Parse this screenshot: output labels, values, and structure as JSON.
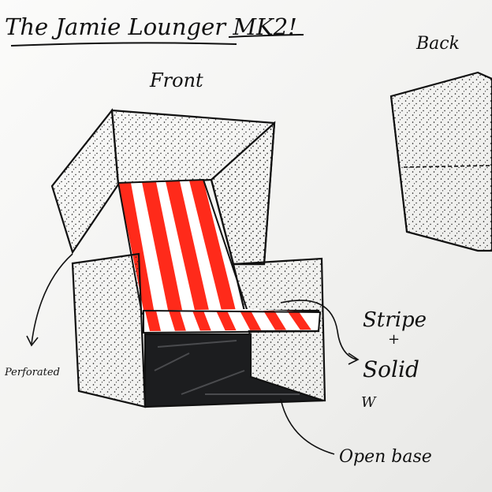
{
  "sketch": {
    "title": "The Jamie Lounger MK2!",
    "front_label": "Front",
    "back_label": "Back",
    "annotations": {
      "perforated": "Perforated",
      "stripe": "Stripe",
      "plus": "+",
      "solid": "Solid",
      "solid_note": "W",
      "open_base": "Open base"
    }
  },
  "colors": {
    "ink": "#111111",
    "stripe_red": "#ff2a1a",
    "stripe_white": "#ffffff",
    "base_dark": "#1c1d1f",
    "paper": "#f7f7f5"
  }
}
